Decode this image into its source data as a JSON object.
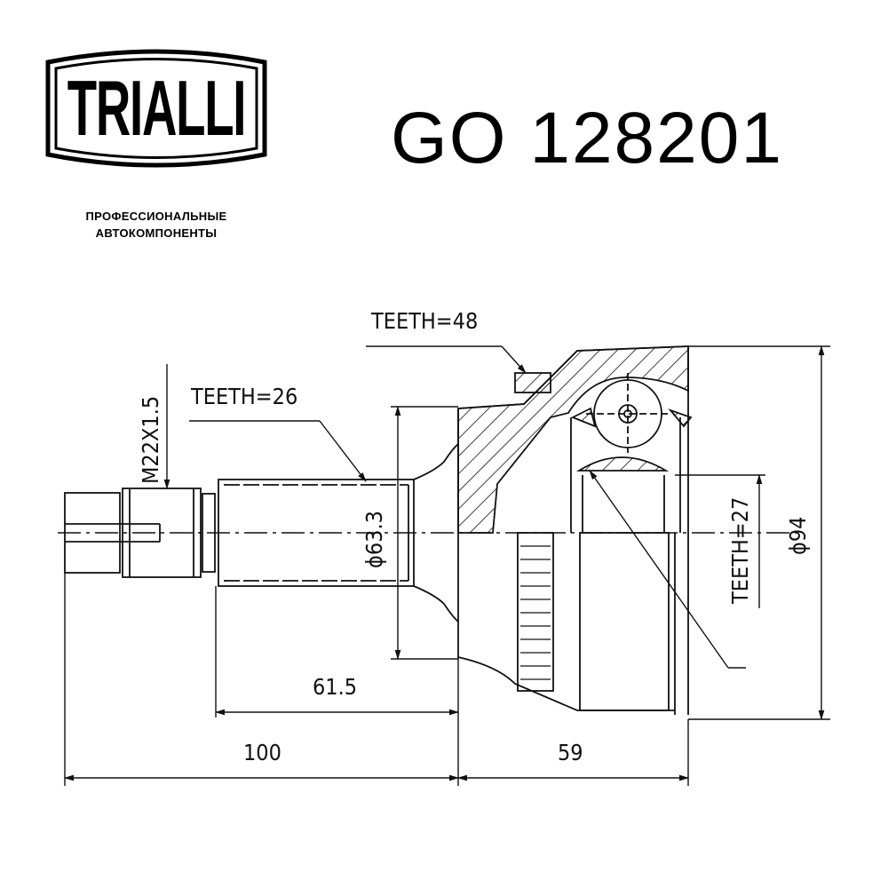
{
  "brand": {
    "logo_text": "TRIALLI",
    "tagline_line1": "ПРОФЕССИОНАЛЬНЫЕ",
    "tagline_line2": "АВТОКОМПОНЕНТЫ"
  },
  "part_number": "GO 128201",
  "drawing": {
    "title": "CV joint technical drawing",
    "annotations": {
      "teeth_outer": "TEETH=48",
      "teeth_shaft": "TEETH=26",
      "teeth_inner": "TEETH=27",
      "thread": "M22X1.5",
      "shaft_diameter": "ϕ63.3",
      "outer_diameter": "ϕ94",
      "length_shaft": "61.5",
      "length_total_left": "100",
      "length_right": "59"
    },
    "colors": {
      "line": "#111111",
      "background": "#ffffff"
    }
  }
}
